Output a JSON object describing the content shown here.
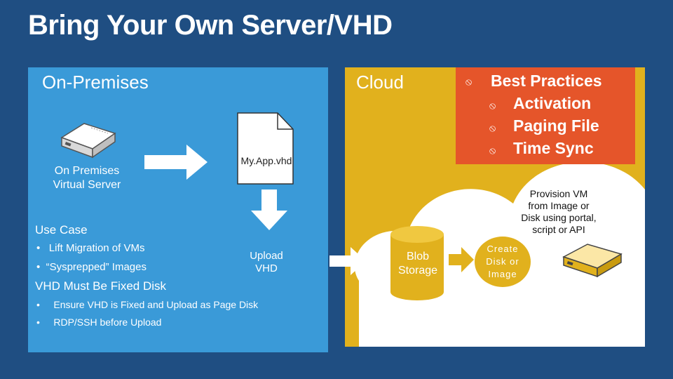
{
  "title": "Bring Your Own Server/VHD",
  "on_premises": {
    "label": "On-Premises",
    "server_label_line1": "On Premises",
    "server_label_line2": "Virtual Server",
    "vhd_file": "My.App.vhd",
    "use_case_heading": "Use Case",
    "use_case_items": [
      "Lift Migration of VMs",
      "“Sysprepped” Images"
    ],
    "vhd_heading": "VHD Must Be Fixed Disk",
    "vhd_items": [
      "Ensure VHD is Fixed and Upload as Page Disk",
      "RDP/SSH before Upload"
    ],
    "upload_line1": "Upload",
    "upload_line2": "VHD"
  },
  "cloud": {
    "label": "Cloud",
    "blob_line1": "Blob",
    "blob_line2": "Storage",
    "create_line1": "Create",
    "create_line2": "Disk or",
    "create_line3": "Image",
    "provision_line1": "Provision VM",
    "provision_line2": "from Image or",
    "provision_line3": "Disk using portal,",
    "provision_line4": "script or API"
  },
  "best_practices": {
    "heading": "Best Practices",
    "items": [
      "Activation",
      "Paging File",
      "Time Sync"
    ]
  },
  "colors": {
    "background": "#1f4e82",
    "on_premises": "#3a9ad8",
    "cloud": "#e1b11d",
    "best_practices": "#e5552a"
  }
}
